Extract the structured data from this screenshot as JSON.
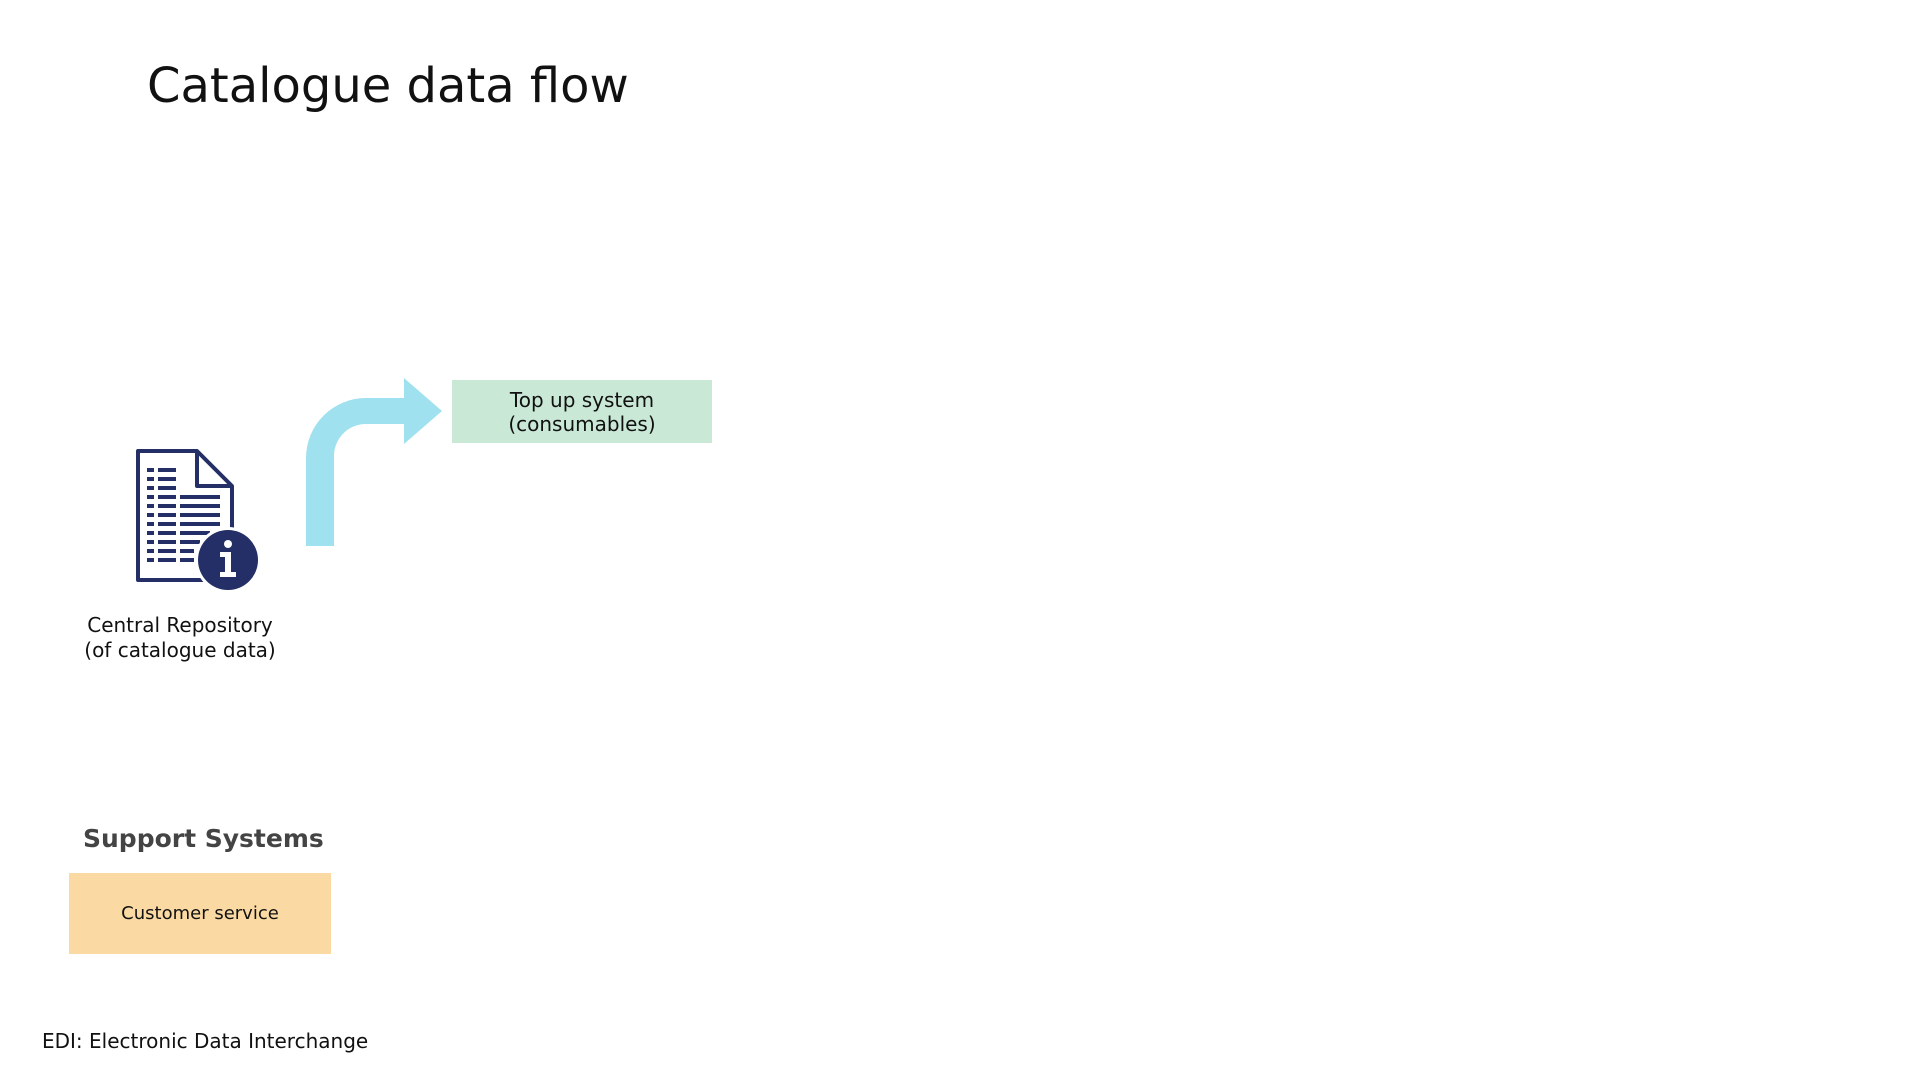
{
  "slide": {
    "title": "Catalogue data flow"
  },
  "repository": {
    "icon": "document-info-icon",
    "label_line1": "Central Repository",
    "label_line2": "(of catalogue data)"
  },
  "flow_arrow": {
    "icon": "curved-arrow-right-icon",
    "color": "#a0e1ef"
  },
  "topup_system": {
    "line1": "Top up system",
    "line2": "(consumables)",
    "color": "#c9e8d6"
  },
  "support_systems": {
    "heading": "Support Systems",
    "items": [
      {
        "label": "Customer service",
        "color": "#fbd9a3"
      }
    ]
  },
  "footnote": "EDI: Electronic Data Interchange",
  "colors": {
    "icon_navy": "#232f66",
    "text": "#111111",
    "heading_grey": "#444444"
  }
}
